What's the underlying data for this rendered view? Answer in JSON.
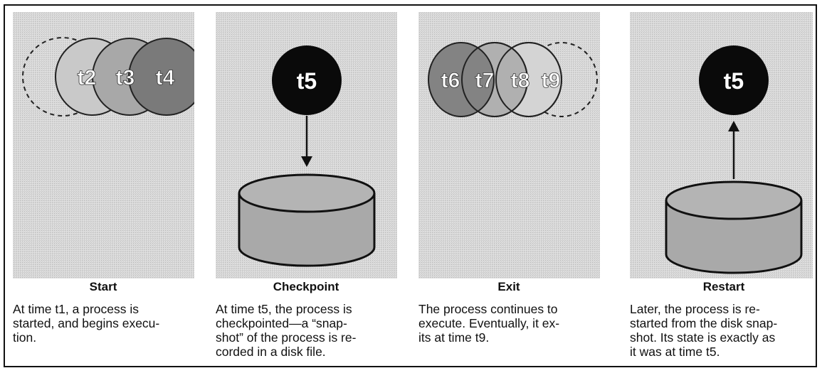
{
  "panels": [
    {
      "label": "Start",
      "desc": "At time t1, a process is\nstarted, and begins execu-\ntion.",
      "circles": [
        "t2",
        "t3",
        "t4"
      ]
    },
    {
      "label": "Checkpoint",
      "desc": "At time t5, the process is\ncheckpointed—a “snap-\nshot” of the process is re-\ncorded in a disk file.",
      "circles": [
        "t5"
      ]
    },
    {
      "label": "Exit",
      "desc": "The process continues to\nexecute. Eventually, it ex-\nits at time t9.",
      "circles": [
        "t6",
        "t7",
        "t8",
        "t9"
      ]
    },
    {
      "label": "Restart",
      "desc": "Later, the process is re-\nstarted from the disk snap-\nshot. Its state is exactly as\nit was at time t5.",
      "circles": [
        "t5"
      ]
    }
  ],
  "colors": {
    "circle_light": "#c4c4c4",
    "circle_mid": "#a4a4a4",
    "circle_dark": "#7b7b7b",
    "circle_black": "#0a0a0a",
    "disk_fill": "#a9a9a9"
  }
}
